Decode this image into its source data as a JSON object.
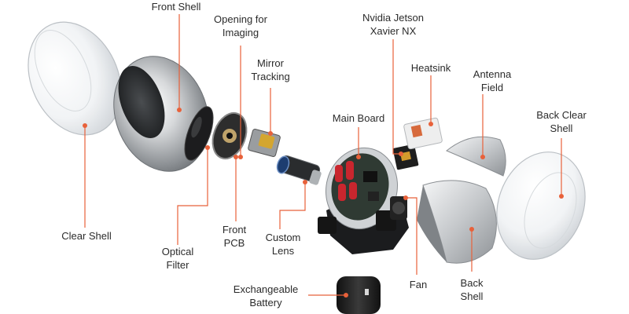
{
  "accent_color": "#e8613a",
  "labels": {
    "front_shell": "Front Shell",
    "opening_for_imaging": "Opening for\nImaging",
    "mirror_tracking": "Mirror\nTracking",
    "nvidia_jetson": "Nvidia Jetson\nXavier NX",
    "heatsink": "Heatsink",
    "antenna_field": "Antenna\nField",
    "back_clear_shell": "Back Clear\nShell",
    "main_board": "Main Board",
    "clear_shell": "Clear Shell",
    "optical_filter": "Optical\nFilter",
    "front_pcb": "Front\nPCB",
    "custom_lens": "Custom\nLens",
    "fan": "Fan",
    "back_shell": "Back\nShell",
    "exchangeable_battery": "Exchangeable\nBattery"
  }
}
